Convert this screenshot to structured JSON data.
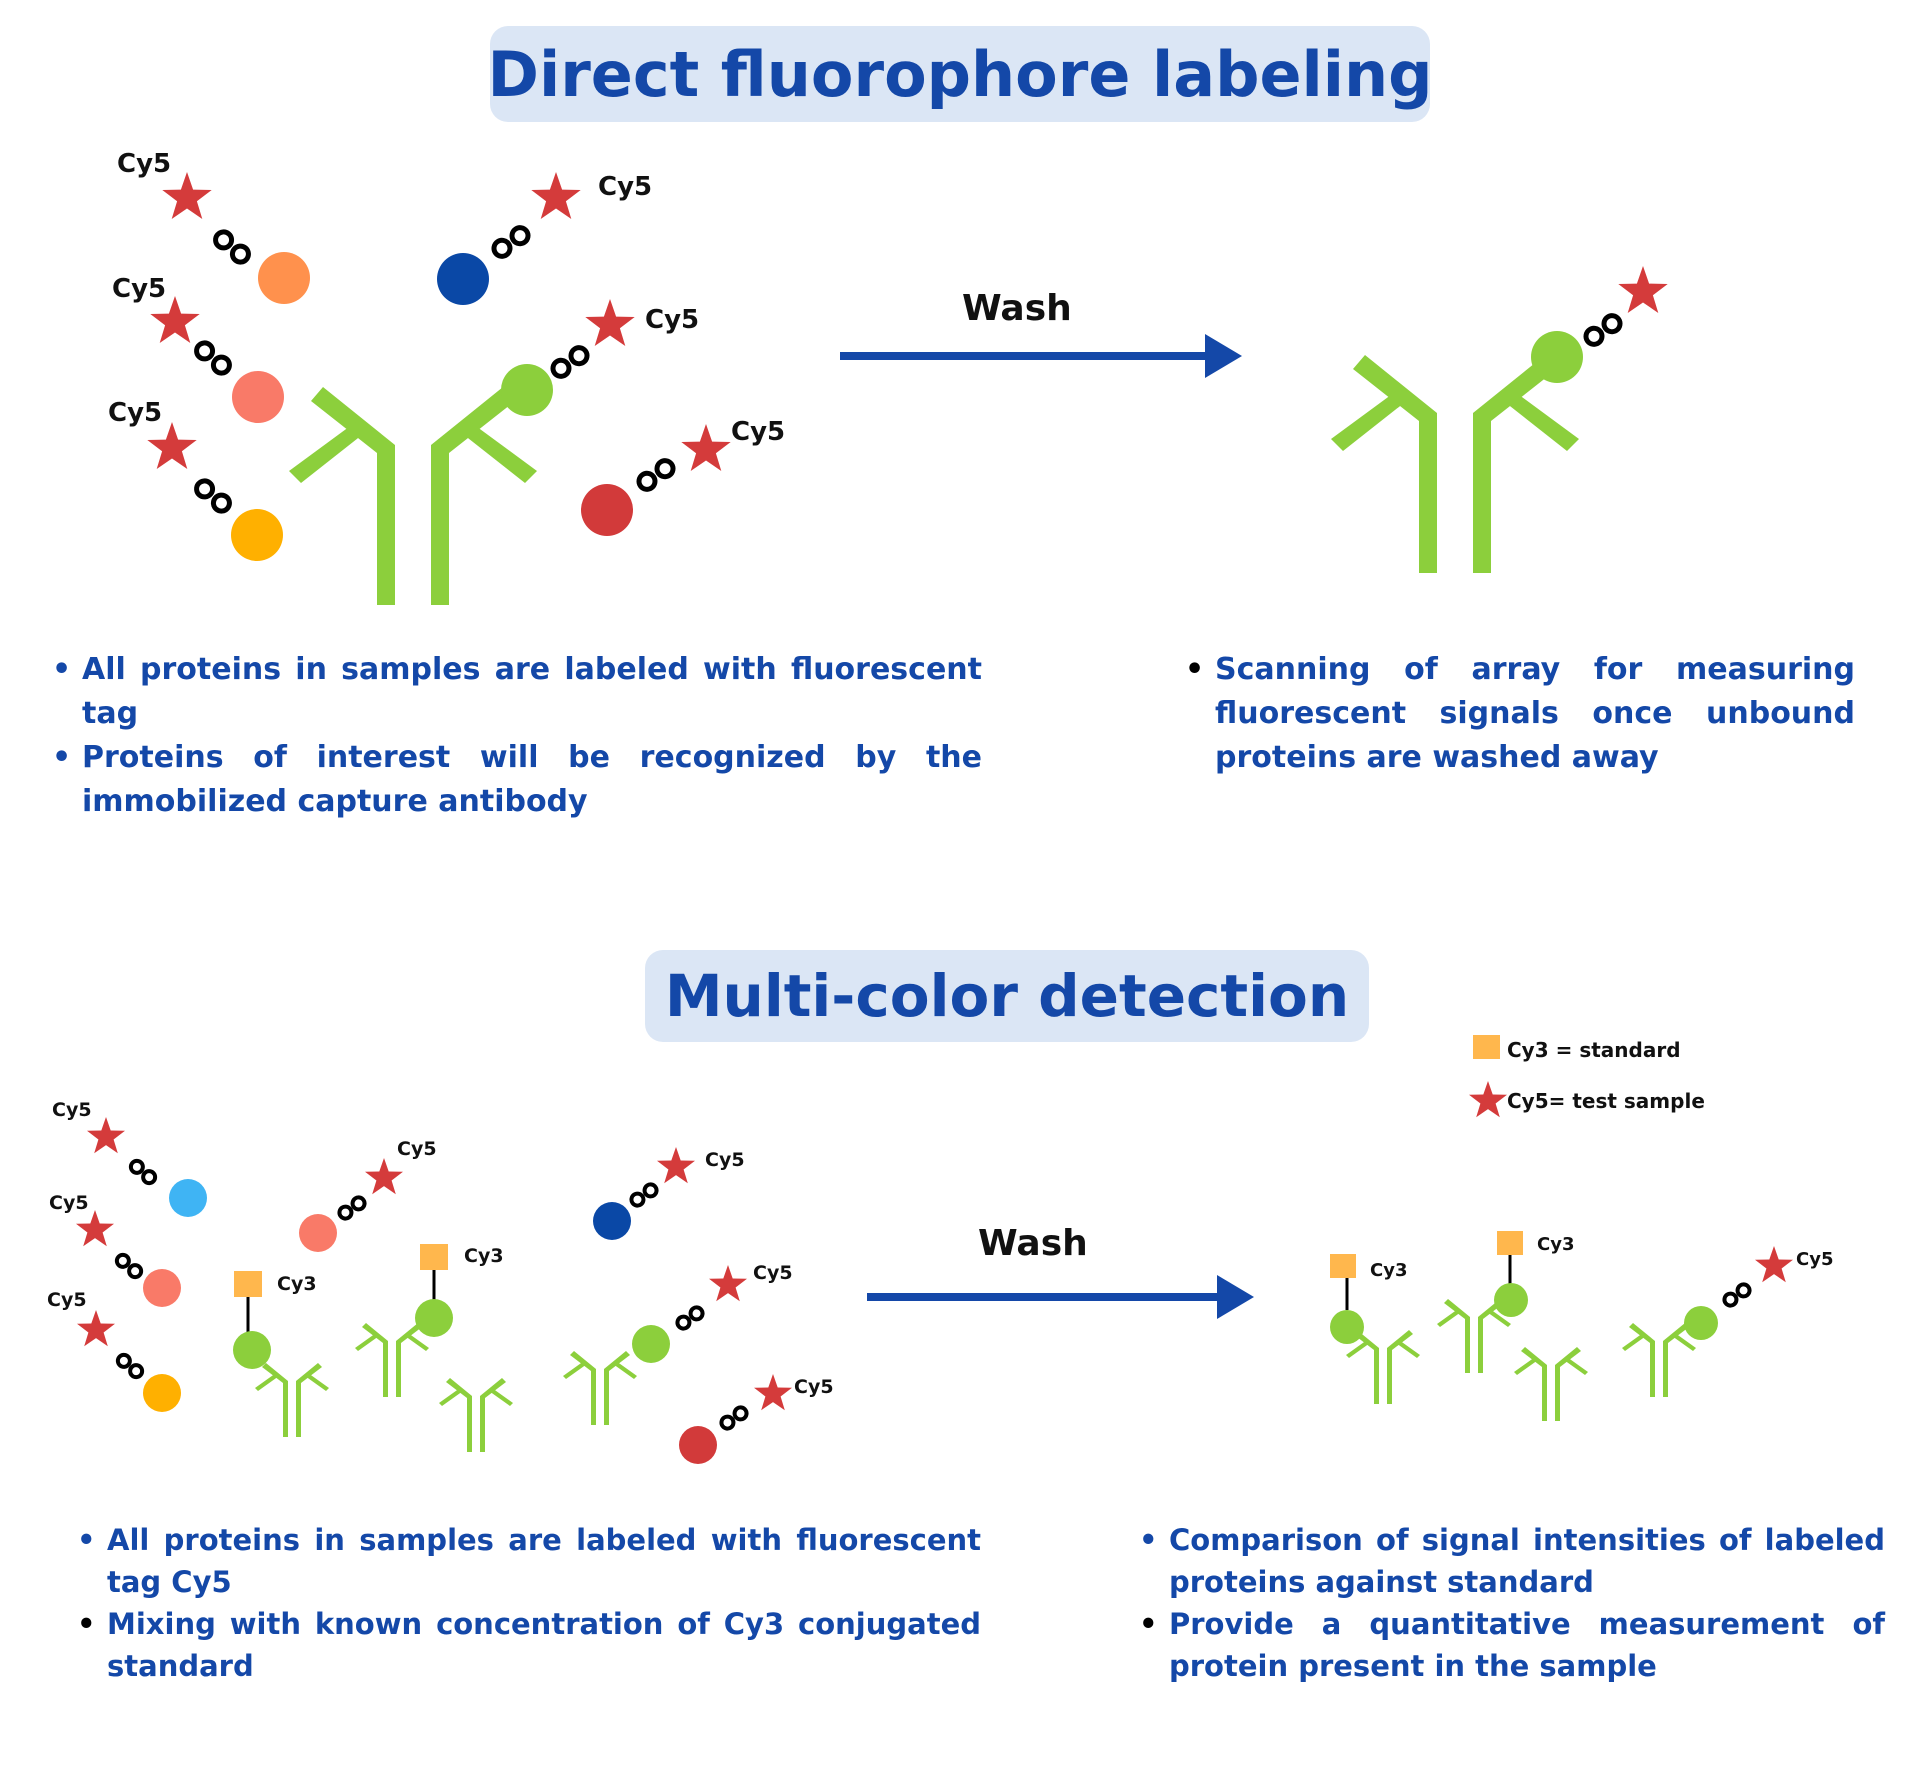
{
  "section1": {
    "title": "Direct fluorophore labeling",
    "wash_label": "Wash",
    "dye_label": "Cy5",
    "left_bullets": [
      "All proteins in samples are labeled with fluorescent tag",
      "Proteins of interest will be recognized by the immobilized capture antibody"
    ],
    "right_bullets": [
      "Scanning of array for measuring fluorescent signals once unbound proteins are washed away"
    ]
  },
  "section2": {
    "title": "Multi-color detection",
    "wash_label": "Wash",
    "cy5_label": "Cy5",
    "cy3_label": "Cy3",
    "legend": {
      "cy3": "Cy3 = standard",
      "cy5": "Cy5= test sample"
    },
    "left_bullets": [
      "All proteins in samples are labeled with fluorescent tag Cy5",
      "Mixing with known concentration of Cy3 conjugated standard"
    ],
    "right_bullets": [
      "Comparison of signal intensities of labeled proteins against standard",
      "Provide a quantitative measurement of protein present in the sample"
    ]
  },
  "colors": {
    "title_text": "#1448a8",
    "title_bg": "#dbe6f5",
    "arrow": "#1448a8",
    "antibody": "#8ccf3c",
    "star": "#d43b3b",
    "cy3_square": "#ffb74d"
  }
}
